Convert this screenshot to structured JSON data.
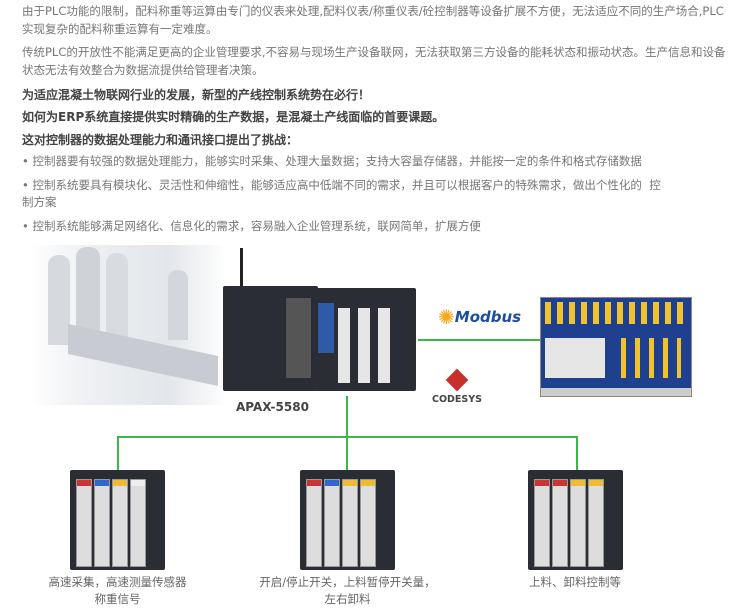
{
  "intro": {
    "p1": "由于PLC功能的限制，配料称重等运算由专门的仪表来处理,配料仪表/称重仪表/砼控制器等设备扩展不方便，无法适应不同的生产场合,PLC实现复杂的配料称重运算有一定难度。",
    "p2": "传统PLC的开放性不能满足更高的企业管理要求,不容易与现场生产设备联网，无法获取第三方设备的能耗状态和振动状态。生产信息和设备状态无法有效整合为数据流提供给管理者决策。",
    "h1": "为适应混凝土物联网行业的发展，新型的产线控制系统势在必行！",
    "h2": "如何为ERP系统直接提供实时精确的生产数据，是混凝土产线面临的首要课题。",
    "h3": "这对控制器的数据处理能力和通讯接口提出了挑战：",
    "bullets": [
      "• 控制器要有较强的数据处理能力，能够实时采集、处理大量数据；支持大容量存储器，并能按一定的条件和格式存储数据",
      "• 控制系统要具有模块化、灵活性和伸缩性，能够适应高中低端不同的需求，并且可以根据客户的特殊需求，做出个性化的  控制方案",
      "• 控制系统能够满足网络化、信息化的需求，容易融入企业管理系统，联网简单，扩展方便"
    ]
  },
  "diagram": {
    "controller_label": "APAX-5580",
    "modbus_label": "Modbus",
    "codesys_label": "CODESYS",
    "line_color": "#3cb54a",
    "modules": [
      {
        "caption1": "高速采集，高速测量传感器",
        "caption2": "称重信号"
      },
      {
        "caption1": "开启/停止开关，上料暂停开关量，",
        "caption2": "左右卸料"
      },
      {
        "caption1": "上料、卸料控制等",
        "caption2": ""
      }
    ]
  }
}
